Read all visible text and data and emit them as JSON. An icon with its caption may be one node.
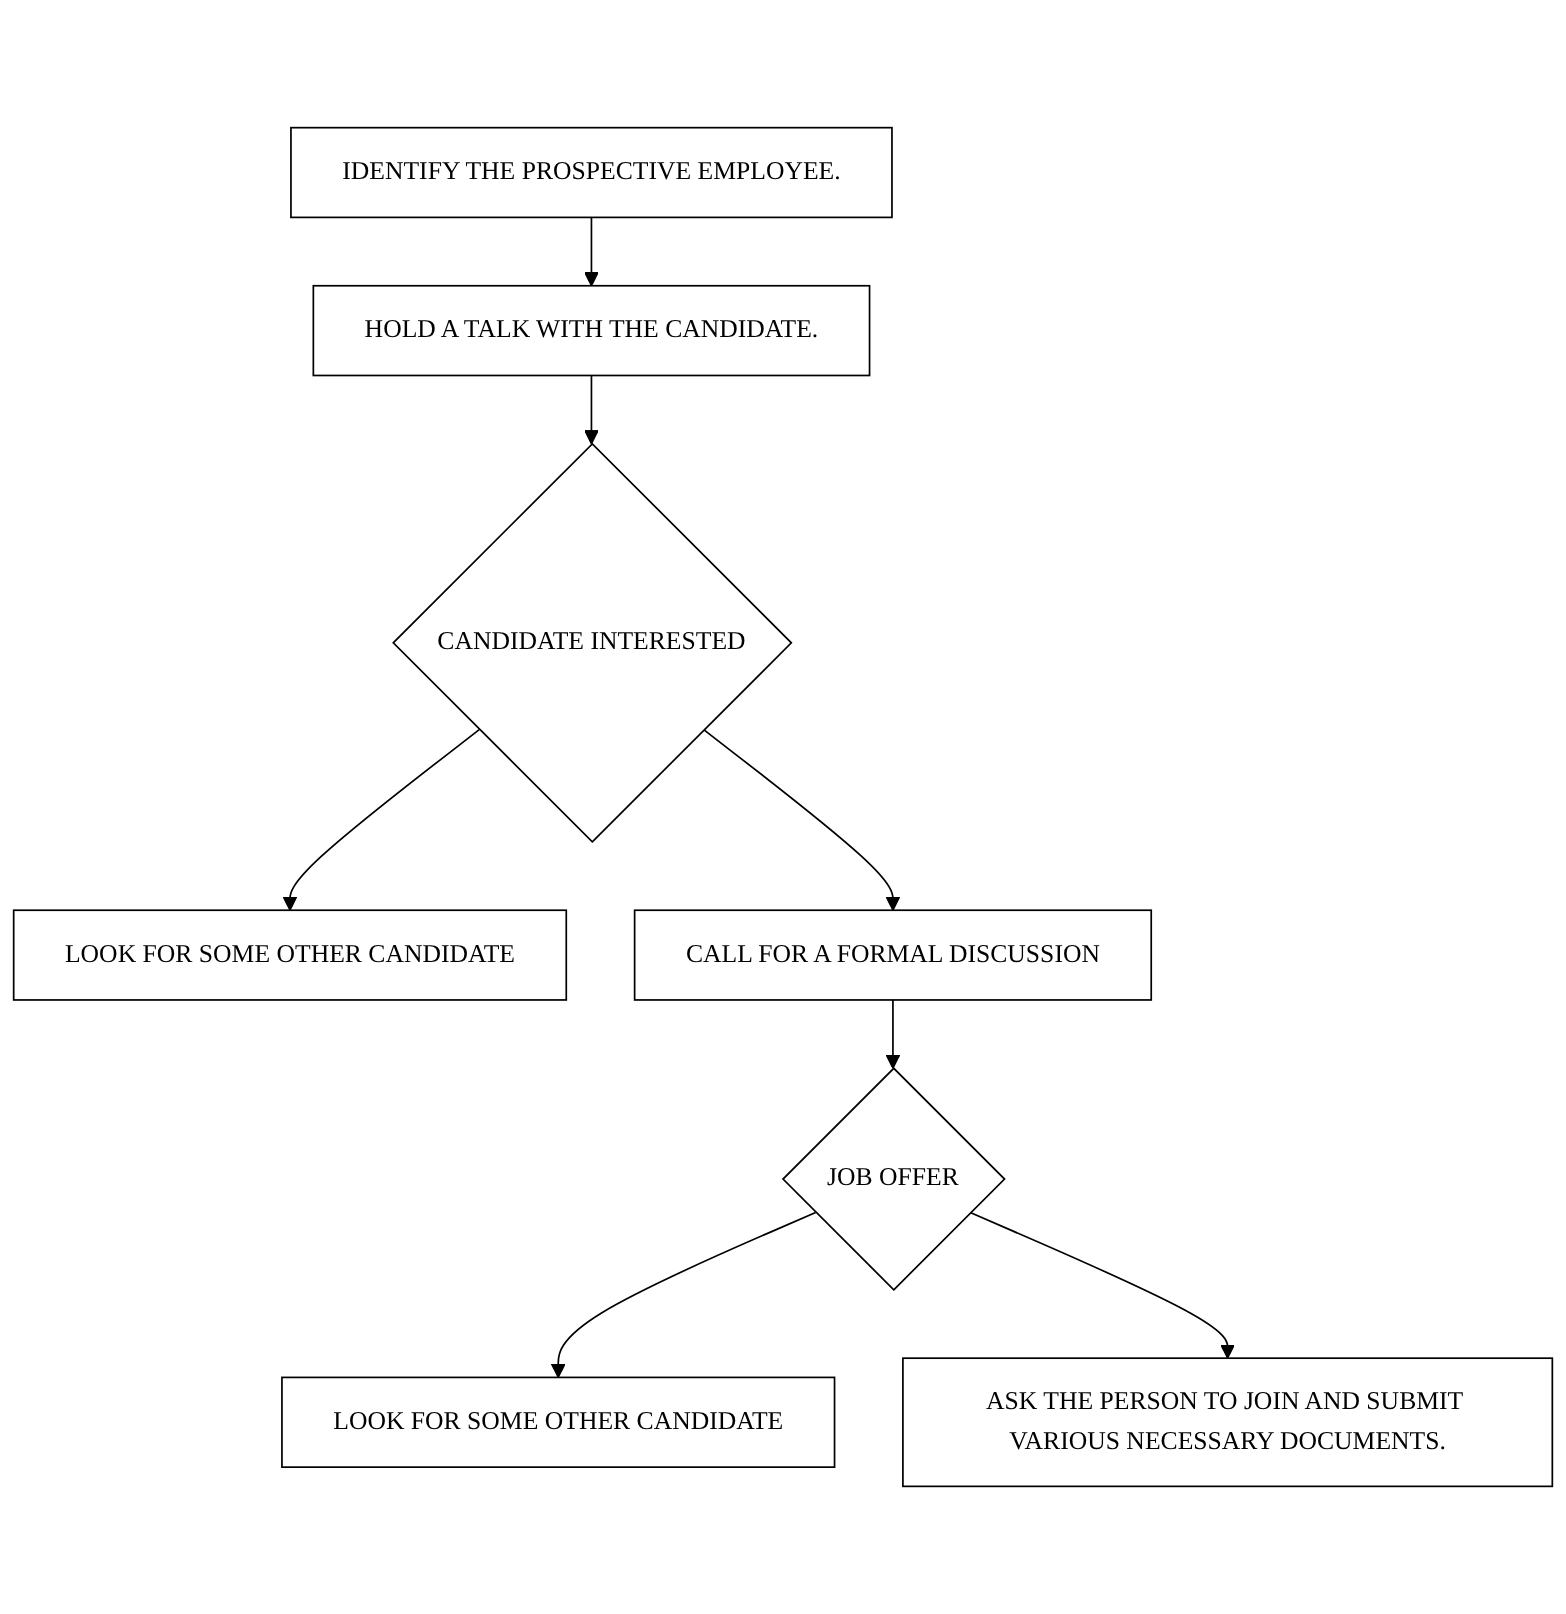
{
  "diagram": {
    "nodes": [
      {
        "text": [
          "IDENTIFY THE PROSPECTIVE EMPLOYEE."
        ]
      },
      {
        "text": [
          "HOLD A TALK WITH THE CANDIDATE."
        ]
      },
      {
        "text": [
          "CANDIDATE INTERESTED"
        ]
      },
      {
        "text": [
          "LOOK FOR SOME OTHER CANDIDATE"
        ]
      },
      {
        "text": [
          "CALL FOR A FORMAL DISCUSSION"
        ]
      },
      {
        "text": [
          "JOB OFFER"
        ]
      },
      {
        "text": [
          "LOOK FOR SOME OTHER CANDIDATE"
        ]
      },
      {
        "text": [
          "ASK THE PERSON TO JOIN AND SUBMIT VARIOUS NECESSARY DOCUMENTS."
        ]
      }
    ],
    "edges": [
      {
        "from": 0,
        "to": 1,
        "arrow": "to"
      },
      {
        "from": 1,
        "to": 2,
        "arrow": "to"
      },
      {
        "from": 2,
        "to": 3,
        "arrow": "to"
      },
      {
        "from": 2,
        "to": 4,
        "arrow": "to"
      },
      {
        "from": 4,
        "to": 5,
        "arrow": "to"
      },
      {
        "from": 5,
        "to": 6,
        "arrow": "to"
      },
      {
        "from": 5,
        "to": 7,
        "arrow": "to"
      }
    ]
  }
}
